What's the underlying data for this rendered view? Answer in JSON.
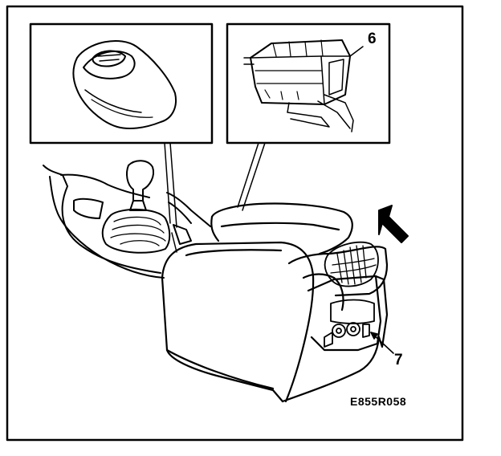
{
  "figure": {
    "callouts": [
      {
        "id": "6",
        "text": "6"
      },
      {
        "id": "7",
        "text": "7"
      }
    ],
    "figure_code": "E855R058"
  }
}
